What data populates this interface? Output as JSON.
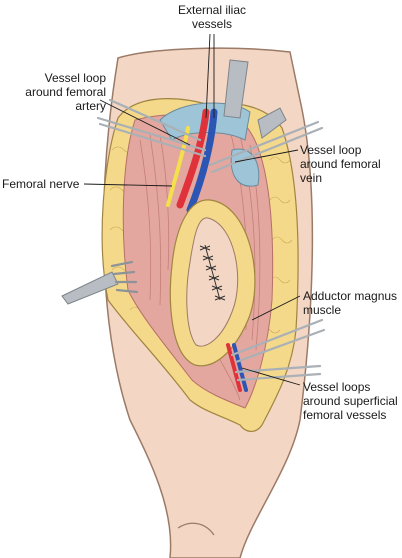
{
  "labels": {
    "external_iliac": "External iliac\nvessels",
    "loop_artery": "Vessel loop\naround femoral\nartery",
    "loop_vein": "Vessel loop\naround femoral\nvein",
    "femoral_nerve": "Femoral nerve",
    "adductor": "Adductor magnus\nmuscle",
    "superficial": "Vessel loops\naround superficial\nfemoral vessels"
  },
  "colors": {
    "skin": "#f3d6c3",
    "skin_outline": "#9c7a68",
    "fat": "#f4d98a",
    "fat_outline": "#a08540",
    "muscle": "#e3a79f",
    "muscle_dark": "#cf8c83",
    "artery": "#e0323a",
    "vein": "#2c55b4",
    "nerve": "#f3e04a",
    "instrument": "#a9b0b6",
    "retractor_blue": "#9ec4d7",
    "leader": "#1a1a1a"
  }
}
